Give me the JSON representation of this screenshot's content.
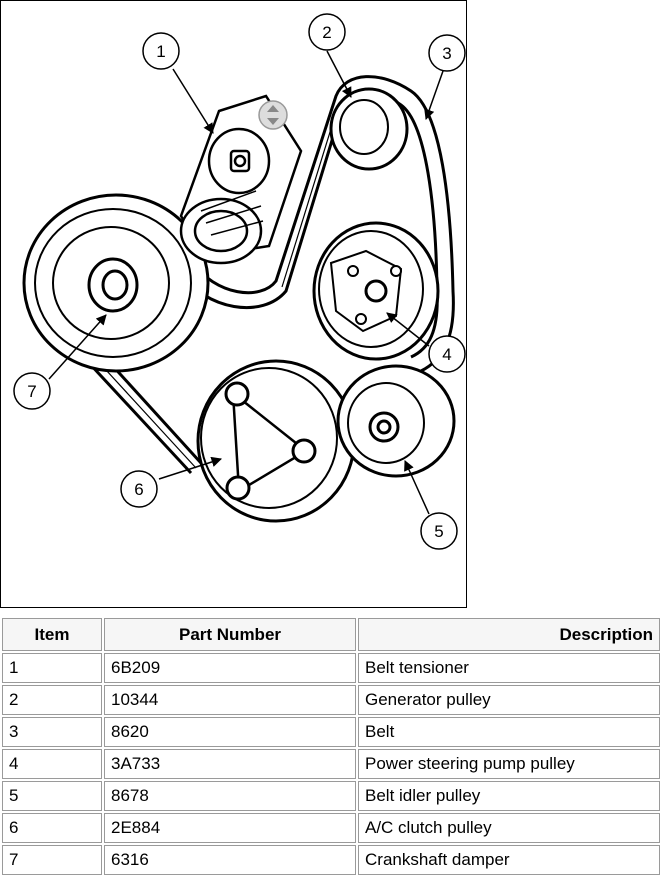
{
  "diagram": {
    "callouts": [
      "1",
      "2",
      "3",
      "4",
      "5",
      "6",
      "7"
    ]
  },
  "table": {
    "headers": {
      "item": "Item",
      "part_number": "Part Number",
      "description": "Description"
    },
    "rows": [
      {
        "item": "1",
        "part_number": "6B209",
        "description": "Belt tensioner"
      },
      {
        "item": "2",
        "part_number": "10344",
        "description": "Generator pulley"
      },
      {
        "item": "3",
        "part_number": "8620",
        "description": "Belt"
      },
      {
        "item": "4",
        "part_number": "3A733",
        "description": "Power steering pump pulley"
      },
      {
        "item": "5",
        "part_number": "8678",
        "description": "Belt idler pulley"
      },
      {
        "item": "6",
        "part_number": "2E884",
        "description": "A/C clutch pulley"
      },
      {
        "item": "7",
        "part_number": "6316",
        "description": "Crankshaft damper"
      }
    ]
  }
}
